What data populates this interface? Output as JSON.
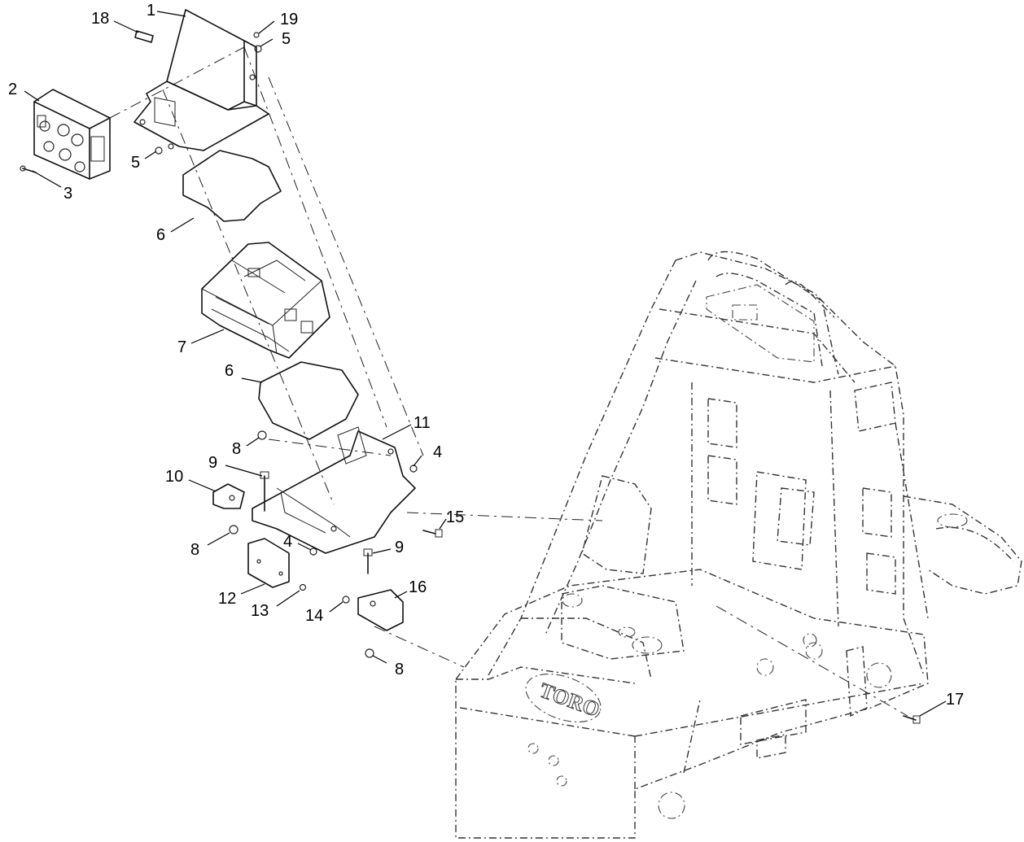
{
  "callouts": {
    "c1": "1",
    "c2": "2",
    "c3": "3",
    "c4a": "4",
    "c4b": "4",
    "c5a": "5",
    "c5b": "5",
    "c6a": "6",
    "c6b": "6",
    "c7": "7",
    "c8a": "8",
    "c8b": "8",
    "c8c": "8",
    "c9a": "9",
    "c9b": "9",
    "c10": "10",
    "c11": "11",
    "c12": "12",
    "c13": "13",
    "c14": "14",
    "c15": "15",
    "c16": "16",
    "c17": "17",
    "c18": "18",
    "c19": "19"
  },
  "frame_logo": "TORO"
}
